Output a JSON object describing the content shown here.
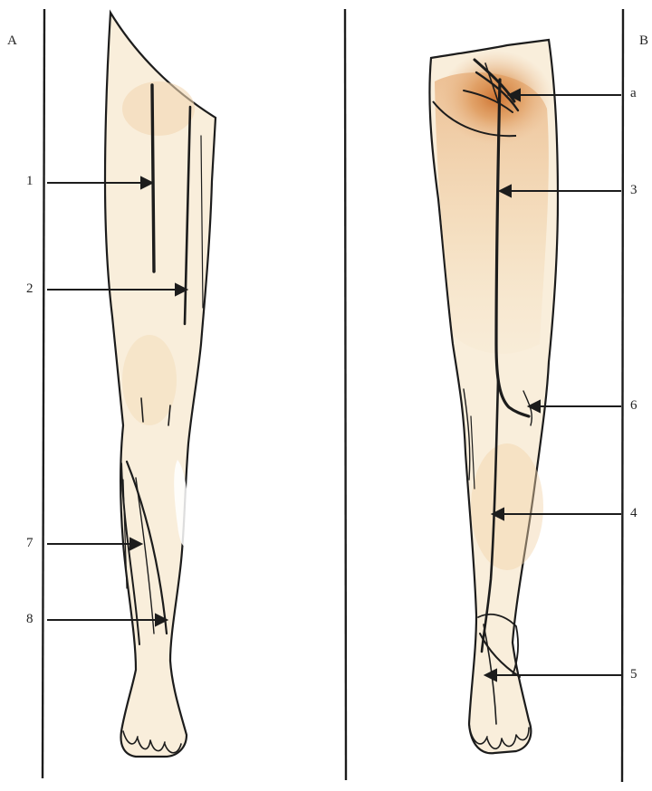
{
  "panels": {
    "A": {
      "label": "A"
    },
    "B": {
      "label": "B"
    }
  },
  "callouts": {
    "c1": "1",
    "c2": "2",
    "c7": "7",
    "c8": "8",
    "ca": "a",
    "c3": "3",
    "c6": "6",
    "c4": "4",
    "c5": "5"
  },
  "colors": {
    "skin": "#f9eedb",
    "skin_shade": "#f3dcb8",
    "brown": "#c8641e",
    "ink": "#1c1c1c"
  }
}
